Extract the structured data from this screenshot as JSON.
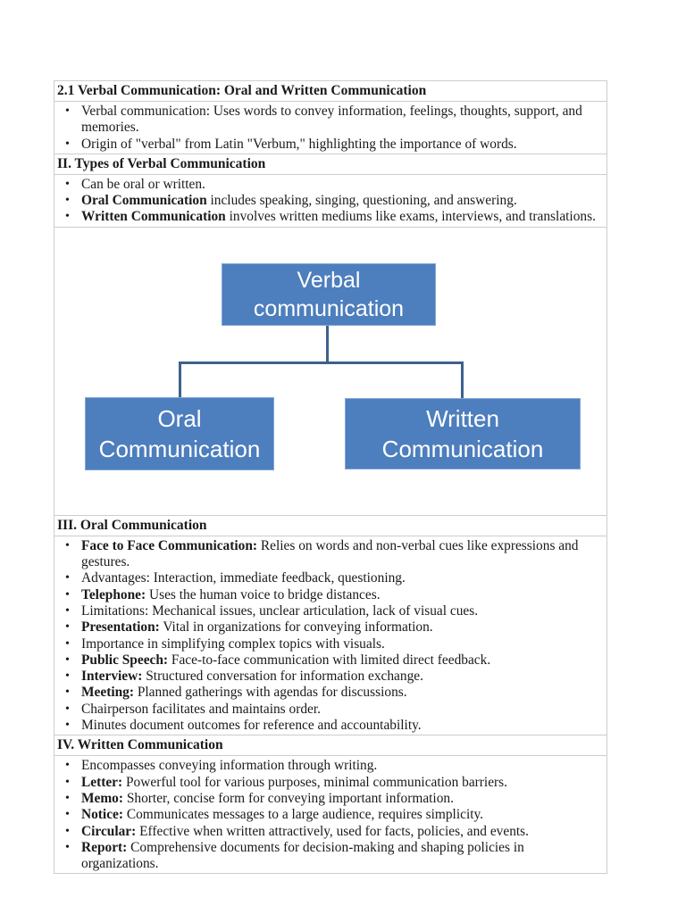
{
  "page": {
    "background": "#ffffff",
    "table_border_color": "#c9ced3"
  },
  "doc": {
    "rows": [
      {
        "type": "header",
        "text": "2.1 Verbal Communication: Oral and Written Communication"
      },
      {
        "type": "bullets",
        "items": [
          {
            "b": "",
            "t": "Verbal communication: Uses words to convey information, feelings, thoughts, support, and memories."
          },
          {
            "b": "",
            "t": "Origin of \"verbal\" from Latin \"Verbum,\" highlighting the importance of words."
          }
        ]
      },
      {
        "type": "header",
        "text": "II. Types of Verbal Communication"
      },
      {
        "type": "bullets",
        "items": [
          {
            "b": "",
            "t": "Can be oral or written."
          },
          {
            "b": "Oral Communication",
            "t": " includes speaking, singing, questioning, and answering."
          },
          {
            "b": "Written Communication",
            "t": " involves written mediums like exams, interviews, and translations."
          }
        ]
      },
      {
        "type": "diagram"
      },
      {
        "type": "header",
        "text": "III. Oral Communication"
      },
      {
        "type": "bullets",
        "items": [
          {
            "b": "Face to Face Communication:",
            "t": " Relies on words and non-verbal cues like expressions and gestures."
          },
          {
            "b": "",
            "t": "Advantages: Interaction, immediate feedback, questioning."
          },
          {
            "b": "Telephone:",
            "t": " Uses the human voice to bridge distances."
          },
          {
            "b": "",
            "t": "Limitations: Mechanical issues, unclear articulation, lack of visual cues."
          },
          {
            "b": "Presentation:",
            "t": " Vital in organizations for conveying information."
          },
          {
            "b": "",
            "t": "Importance in simplifying complex topics with visuals."
          },
          {
            "b": "Public Speech:",
            "t": " Face-to-face communication with limited direct feedback."
          },
          {
            "b": "Interview:",
            "t": " Structured conversation for information exchange."
          },
          {
            "b": "Meeting:",
            "t": " Planned gatherings with agendas for discussions."
          },
          {
            "b": "",
            "t": "Chairperson facilitates and maintains order."
          },
          {
            "b": "",
            "t": "Minutes document outcomes for reference and accountability."
          }
        ]
      },
      {
        "type": "header",
        "text": "IV. Written Communication"
      },
      {
        "type": "bullets",
        "items": [
          {
            "b": "",
            "t": "Encompasses conveying information through writing."
          },
          {
            "b": "Letter:",
            "t": " Powerful tool for various purposes, minimal communication barriers."
          },
          {
            "b": "Memo:",
            "t": " Shorter, concise form for conveying important information."
          },
          {
            "b": "Notice:",
            "t": " Communicates messages to a large audience, requires simplicity."
          },
          {
            "b": "Circular:",
            "t": " Effective when written attractively, used for facts, policies, and events."
          },
          {
            "b": "Report:",
            "t": " Comprehensive documents for decision-making and shaping policies in organizations."
          }
        ]
      }
    ]
  },
  "diagram": {
    "root_label": "Verbal communication",
    "left_label": "Oral Communication",
    "right_label": "Written Communication",
    "box_fill": "#4d7ebd",
    "box_border": "#84a7d4",
    "connector_color": "#3e618c",
    "text_color": "#ffffff"
  },
  "icons": {
    "bullet": "•"
  }
}
